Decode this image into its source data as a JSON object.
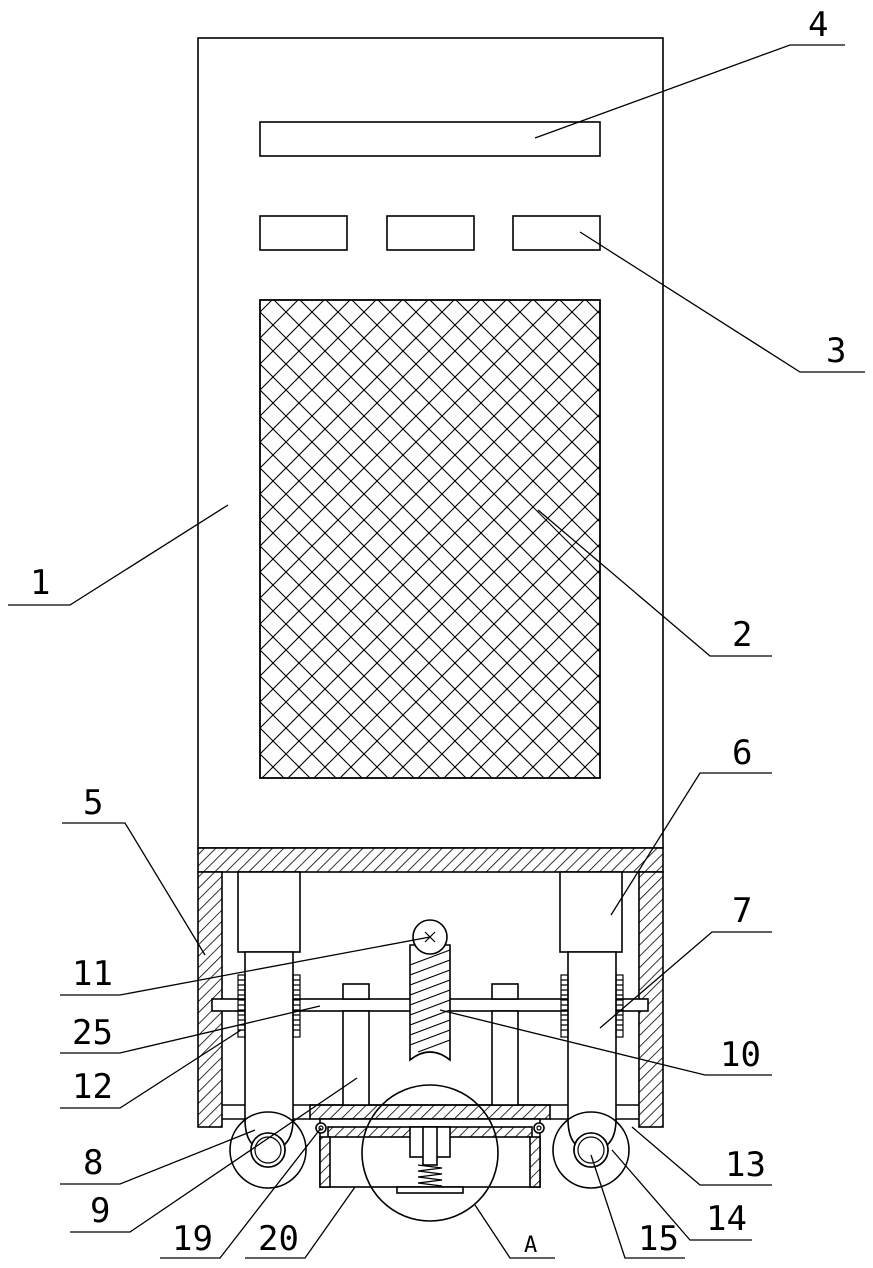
{
  "labels": {
    "l1": "1",
    "l2": "2",
    "l3": "3",
    "l4": "4",
    "l5": "5",
    "l6": "6",
    "l7": "7",
    "l8": "8",
    "l9": "9",
    "l10": "10",
    "l11": "11",
    "l12": "12",
    "l13": "13",
    "l14": "14",
    "l15": "15",
    "l19": "19",
    "l20": "20",
    "l25": "25",
    "lA": "A"
  }
}
